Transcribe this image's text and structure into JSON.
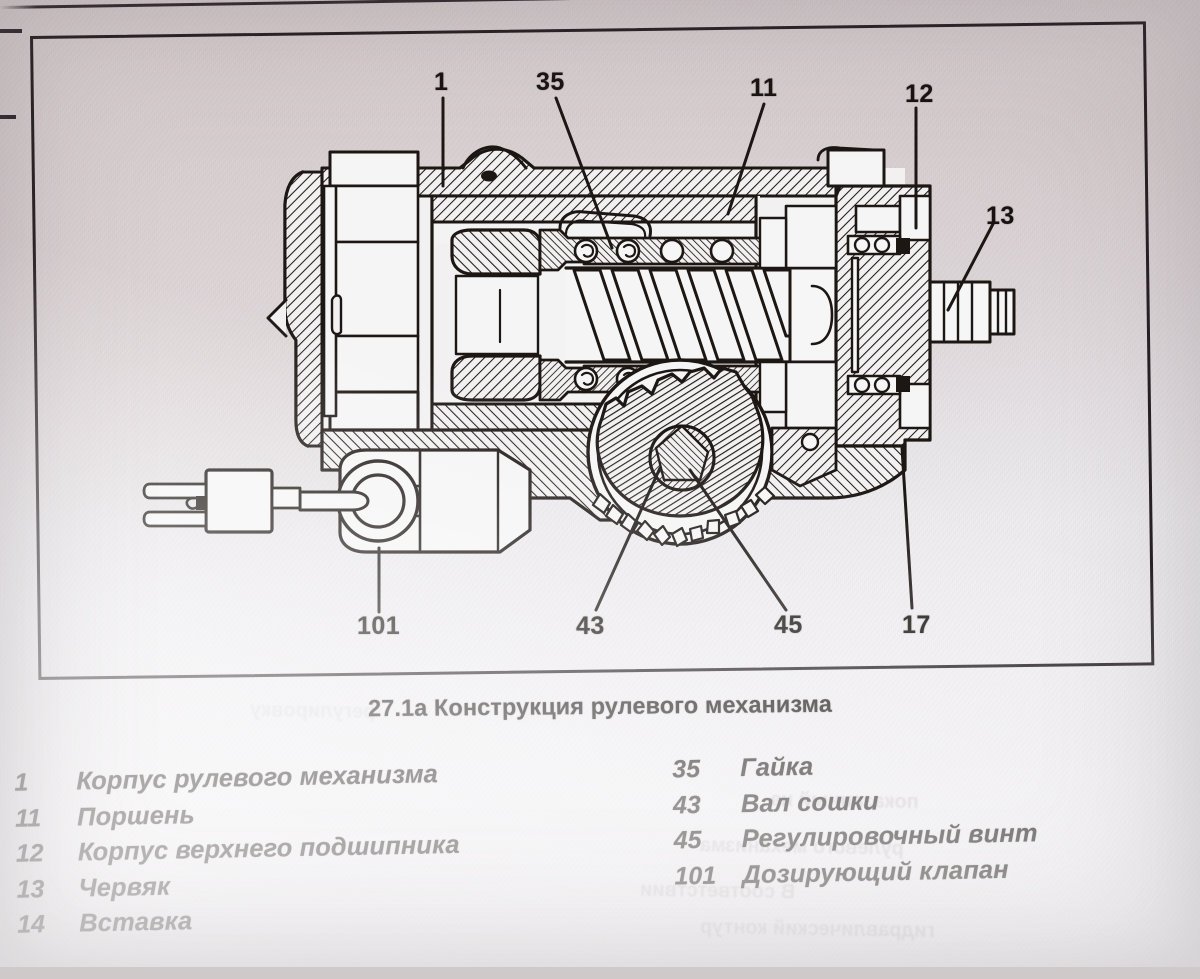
{
  "document": {
    "type": "scanned-manual-page",
    "language": "ru",
    "figure_caption": "27.1а Конструкция рулевого механизма"
  },
  "figure": {
    "callouts": [
      {
        "id": "1",
        "label": "1"
      },
      {
        "id": "35",
        "label": "35"
      },
      {
        "id": "11",
        "label": "11"
      },
      {
        "id": "12",
        "label": "12"
      },
      {
        "id": "13",
        "label": "13"
      },
      {
        "id": "101",
        "label": "101"
      },
      {
        "id": "43",
        "label": "43"
      },
      {
        "id": "45",
        "label": "45"
      },
      {
        "id": "17",
        "label": "17"
      }
    ]
  },
  "legend": {
    "left": [
      {
        "num": "1",
        "text": "Корпус рулевого механизма"
      },
      {
        "num": "11",
        "text": "Поршень"
      },
      {
        "num": "12",
        "text": "Корпус верхнего подшипника"
      },
      {
        "num": "13",
        "text": "Червяк"
      },
      {
        "num": "14",
        "text": "Вставка"
      }
    ],
    "right": [
      {
        "num": "35",
        "text": "Гайка"
      },
      {
        "num": "43",
        "text": "Вал сошки"
      },
      {
        "num": "45",
        "text": "Регулировочный винт"
      },
      {
        "num": "101",
        "text": "Дозирующий клапан"
      }
    ]
  },
  "ghost_text": [
    "показанный на",
    "рулевого механизма",
    "В  соответствии",
    "гидравлический  контур",
    "регулировку"
  ],
  "colors": {
    "ink": "#17120f",
    "paper_light": "#f0eef1",
    "paper_dark": "#d6cfd1",
    "frame": "#231c20"
  }
}
